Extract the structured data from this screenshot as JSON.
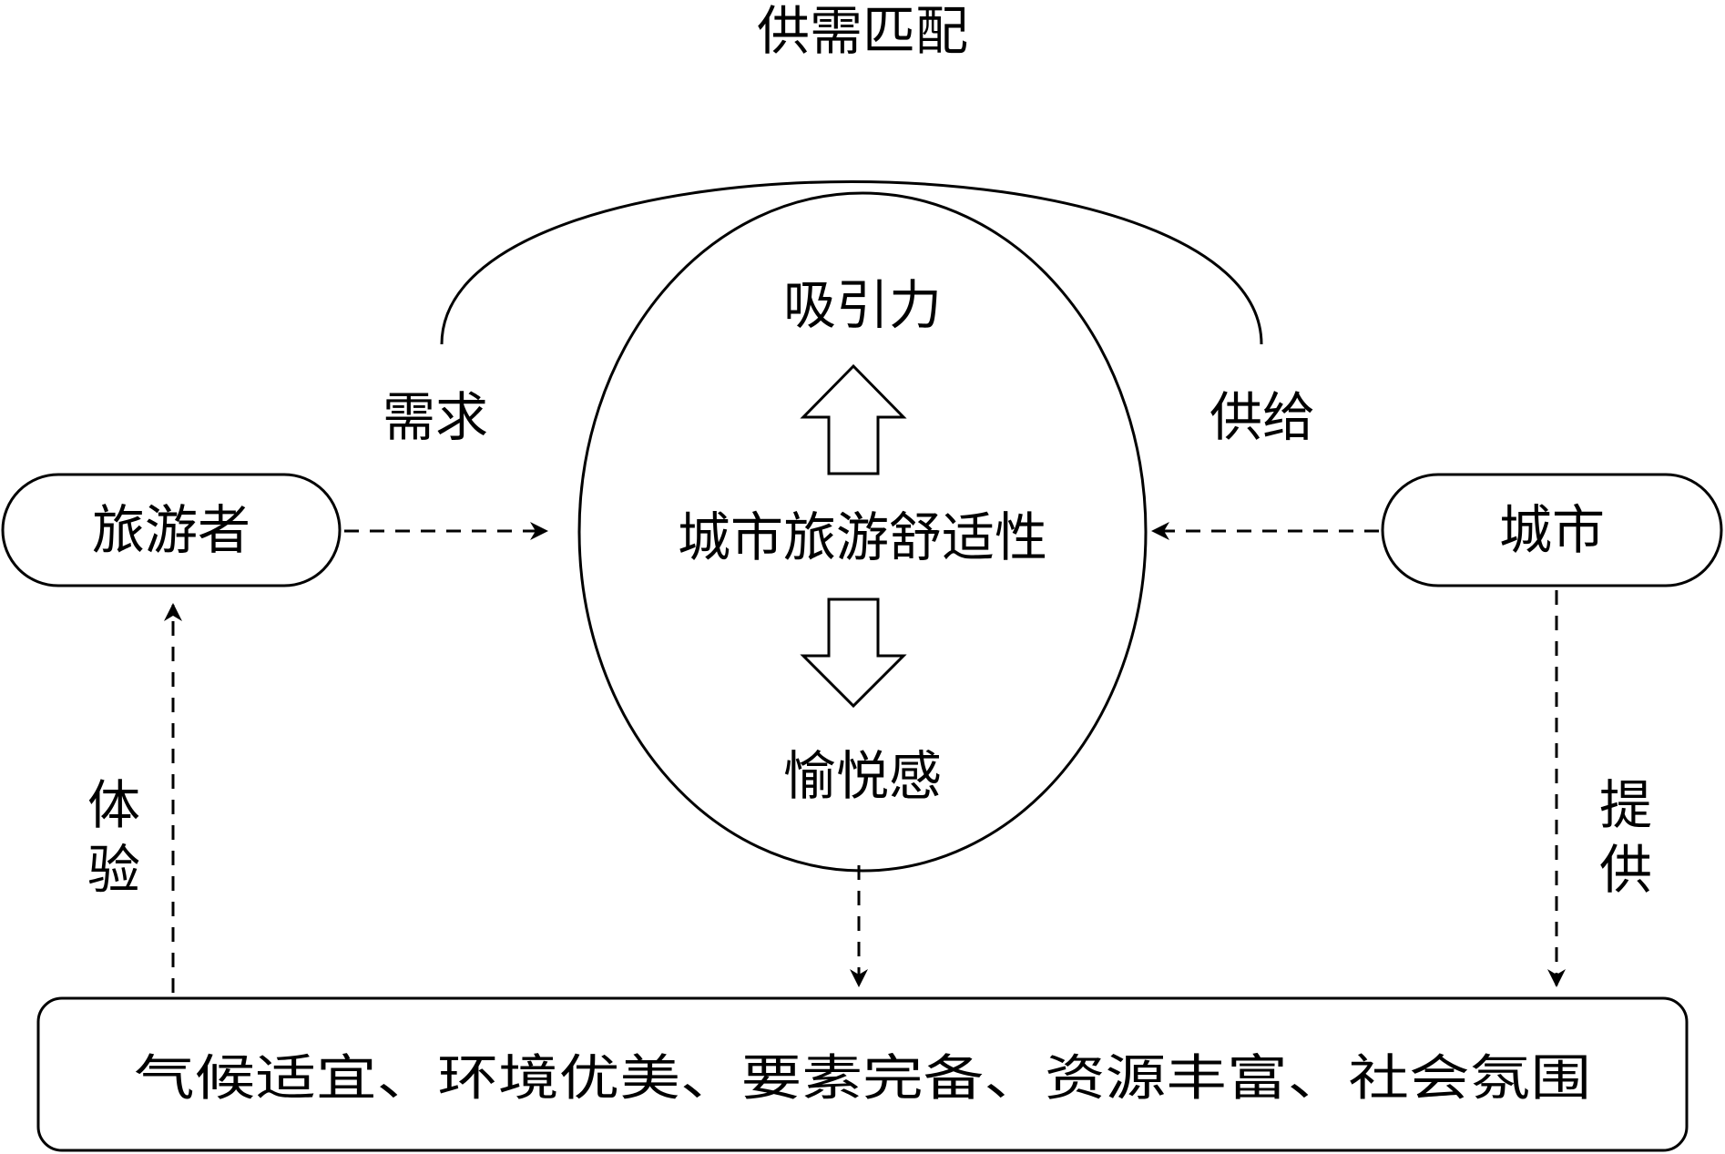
{
  "top_label": "供需匹配",
  "demand_label": "需求",
  "supply_label": "供给",
  "tourist_label": "旅游者",
  "city_label": "城市",
  "center": {
    "title": "城市旅游舒适性",
    "top": "吸引力",
    "bottom": "愉悦感"
  },
  "experience_label": [
    "体",
    "验"
  ],
  "provide_label": [
    "提",
    "供"
  ],
  "bottom_box_label": "气候适宜、环境优美、要素完备、资源丰富、社会氛围",
  "colors": {
    "stroke": "#000000",
    "background": "#ffffff"
  }
}
